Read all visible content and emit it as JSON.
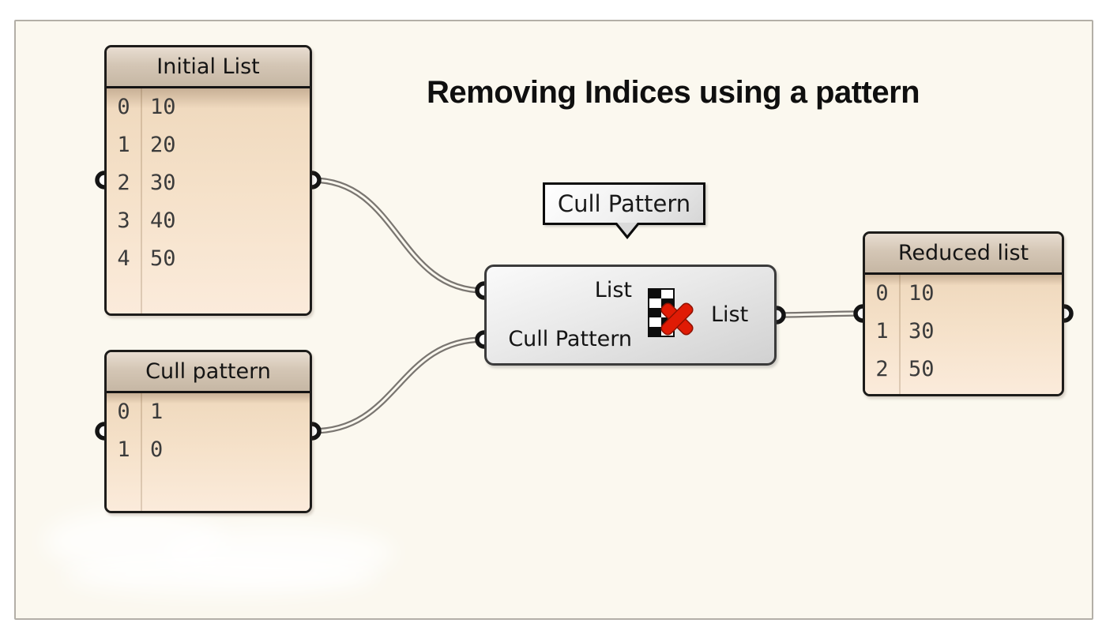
{
  "title": "Removing Indices using a pattern",
  "panels": {
    "initial": {
      "title": "Initial List",
      "rows": [
        {
          "index": "0",
          "value": "10"
        },
        {
          "index": "1",
          "value": "20"
        },
        {
          "index": "2",
          "value": "30"
        },
        {
          "index": "3",
          "value": "40"
        },
        {
          "index": "4",
          "value": "50"
        }
      ]
    },
    "cull": {
      "title": "Cull pattern",
      "rows": [
        {
          "index": "0",
          "value": "1"
        },
        {
          "index": "1",
          "value": "0"
        }
      ]
    },
    "reduced": {
      "title": "Reduced list",
      "rows": [
        {
          "index": "0",
          "value": "10"
        },
        {
          "index": "1",
          "value": "30"
        },
        {
          "index": "2",
          "value": "50"
        }
      ]
    }
  },
  "component": {
    "tooltip": "Cull Pattern",
    "inputs": [
      {
        "label": "List"
      },
      {
        "label": "Cull Pattern"
      }
    ],
    "outputs": [
      {
        "label": "List"
      }
    ],
    "icon": "cull-pattern-icon"
  },
  "colors": {
    "canvas_bg": "#fbf8ef",
    "canvas_border": "#b3afa7",
    "panel_header": "#cfc1af",
    "panel_body": "#f7e3cd",
    "panel_border": "#1d1c1a",
    "component_fill": "#e4e4e4",
    "wire": "#7a7671",
    "red_x": "#e01b05"
  }
}
